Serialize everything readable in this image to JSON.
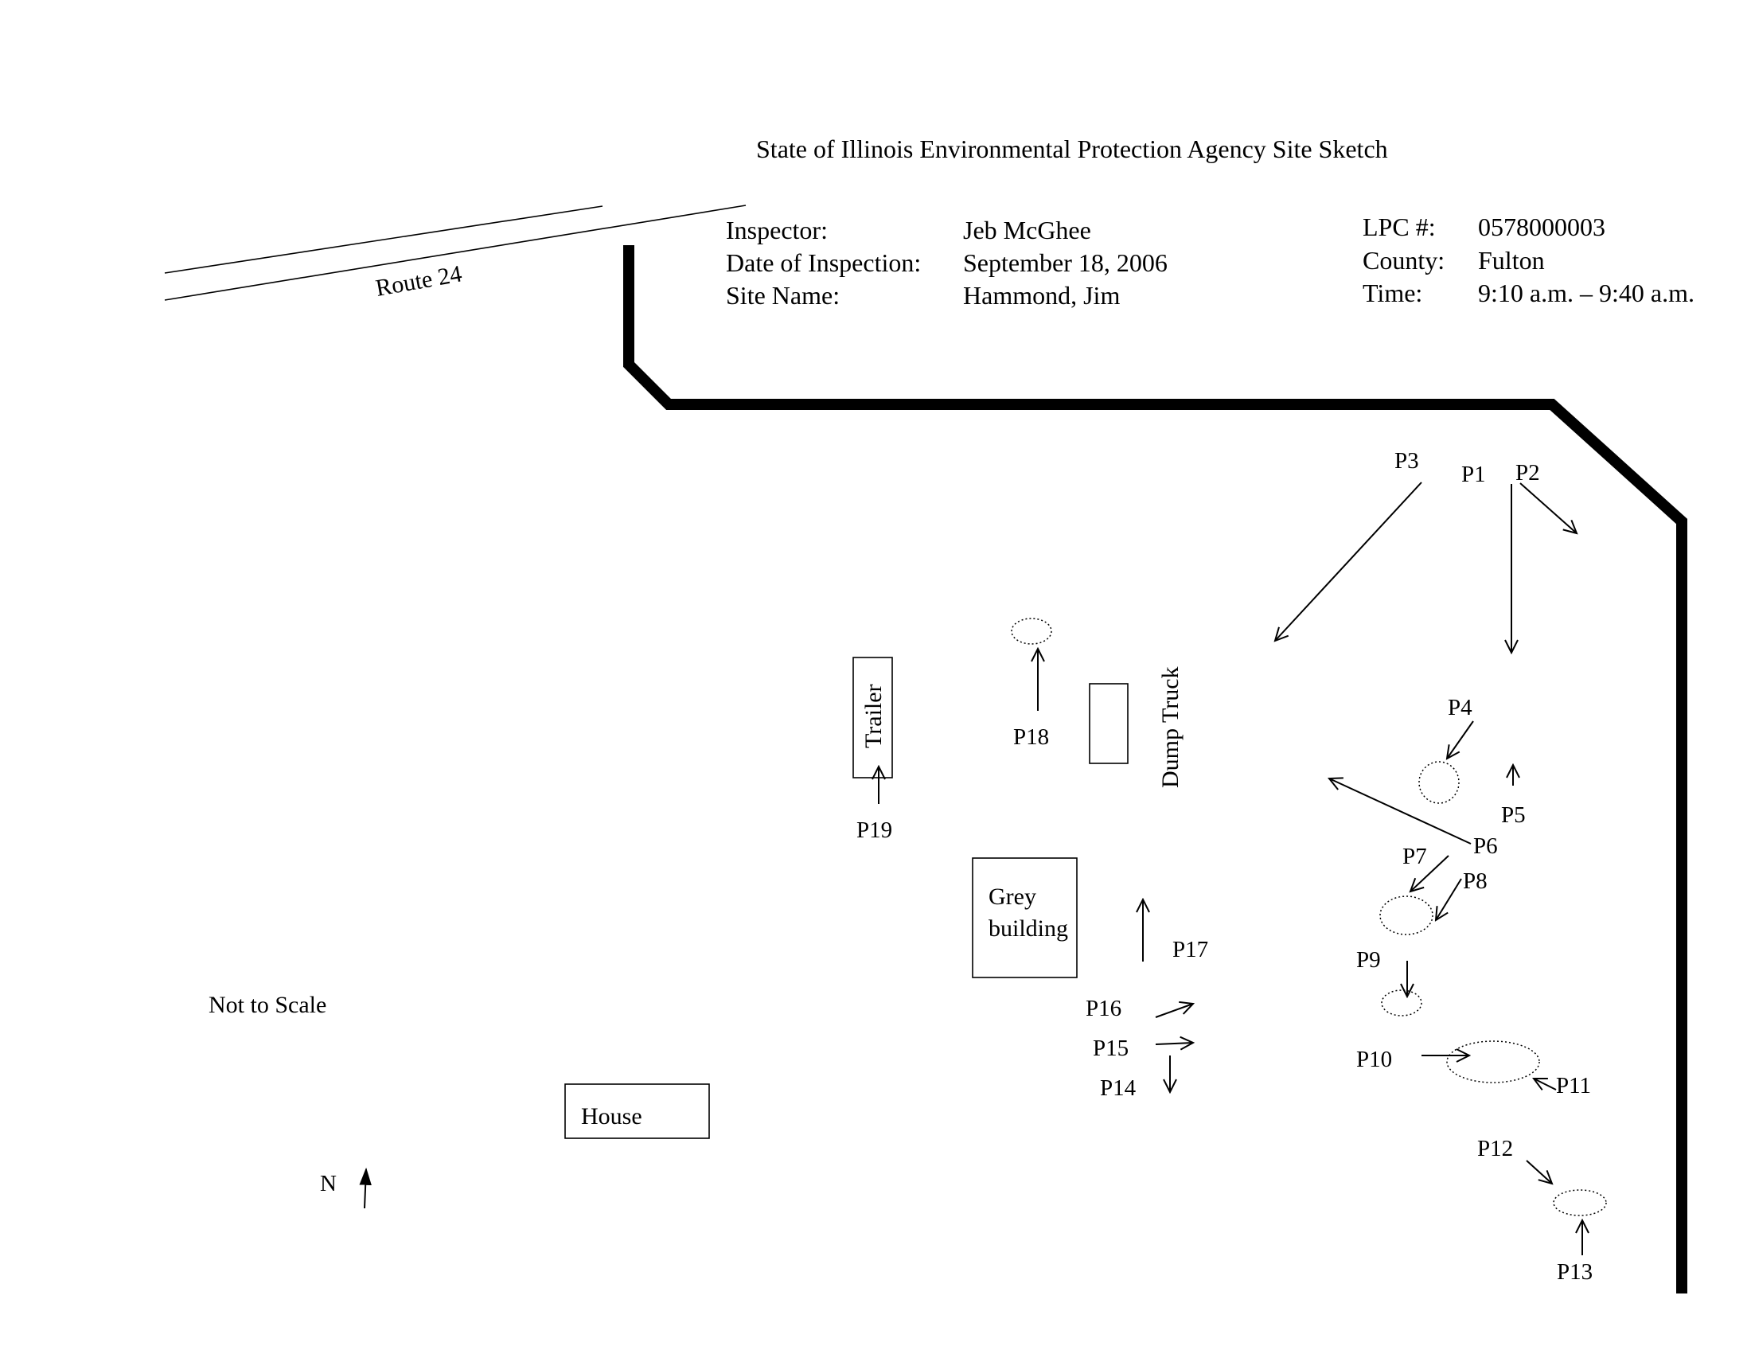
{
  "title": "State of Illinois Environmental Protection Agency Site Sketch",
  "header": {
    "inspector_label": "Inspector:",
    "inspector_value": "Jeb McGhee",
    "date_label": "Date of Inspection:",
    "date_value": "September 18, 2006",
    "site_label": "Site Name:",
    "site_value": "Hammond, Jim",
    "lpc_label": "LPC #:",
    "lpc_value": "0578000003",
    "county_label": "County:",
    "county_value": "Fulton",
    "time_label": "Time:",
    "time_value": "9:10 a.m. – 9:40 a.m."
  },
  "map": {
    "road": "Route 24",
    "not_to_scale": "Not to Scale",
    "north": "N",
    "structures": {
      "trailer": "Trailer",
      "dump_truck": "Dump Truck",
      "grey_building_line1": "Grey",
      "grey_building_line2": "building",
      "house": "House"
    },
    "photo_points": {
      "p1": "P1",
      "p2": "P2",
      "p3": "P3",
      "p4": "P4",
      "p5": "P5",
      "p6": "P6",
      "p7": "P7",
      "p8": "P8",
      "p9": "P9",
      "p10": "P10",
      "p11": "P11",
      "p12": "P12",
      "p13": "P13",
      "p14": "P14",
      "p15": "P15",
      "p16": "P16",
      "p17": "P17",
      "p18": "P18",
      "p19": "P19"
    }
  }
}
